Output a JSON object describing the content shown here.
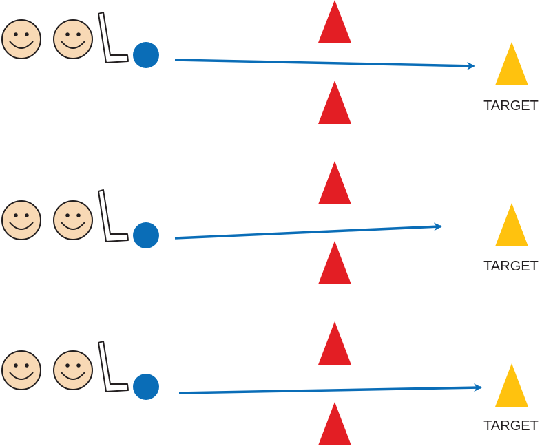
{
  "colors": {
    "face_fill": "#F8D9B5",
    "face_stroke": "#231F20",
    "stick_stroke": "#231F20",
    "puck": "#0A6DB7",
    "arrow": "#0A6DB7",
    "cone": "#E31E24",
    "target_cone": "#FFC20E",
    "label": "#231F20",
    "background": "#FFFFFF"
  },
  "icons": {
    "player": "smiley-face-icon",
    "stick": "hockey-stick-icon",
    "puck": "puck-icon",
    "cone": "cone-icon",
    "target": "target-cone-icon"
  },
  "rows": [
    {
      "target_label": "TARGET",
      "players": 2,
      "cones": 2
    },
    {
      "target_label": "TARGET",
      "players": 2,
      "cones": 2
    },
    {
      "target_label": "TARGET",
      "players": 2,
      "cones": 2
    }
  ]
}
